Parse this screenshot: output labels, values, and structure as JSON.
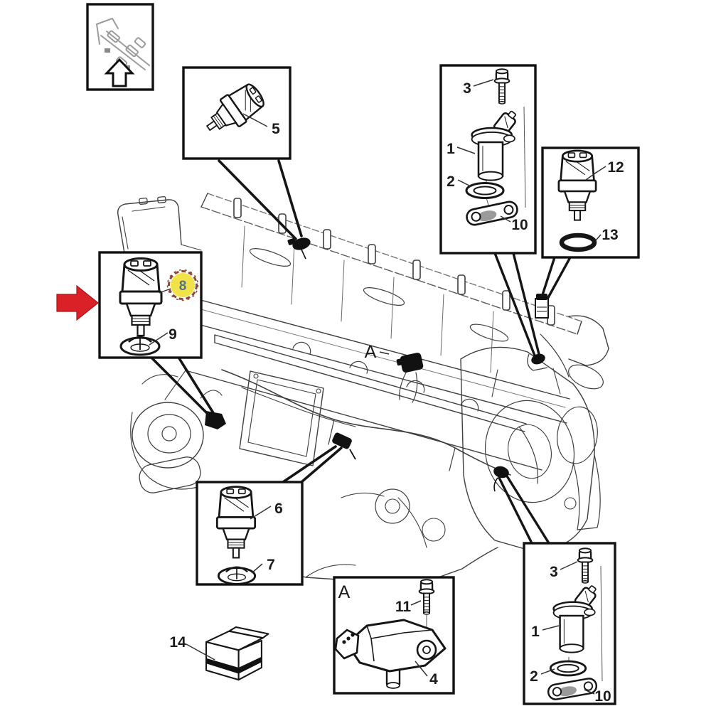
{
  "diagram": {
    "colors": {
      "highlight_yellow": "#f2e24a",
      "highlight_ring": "#8a4a38",
      "arrow_red": "#d92127",
      "ink": "#161616"
    },
    "engine_ref_label": "A",
    "callouts": {
      "temp_sensor": {
        "sensor_no": "5"
      },
      "cam_sensor_top": {
        "bolt_no": "3",
        "sensor_no": "1",
        "oring_no": "2",
        "bracket_no": "10"
      },
      "right_sensor": {
        "sensor_no": "12",
        "oring_no": "13"
      },
      "highlighted_sensor": {
        "sensor_no": "8",
        "seal_no": "9"
      },
      "lower_sensor": {
        "sensor_no": "6",
        "seal_no": "7"
      },
      "map_sensor": {
        "view_label": "A",
        "bolt_no": "11",
        "sensor_no": "4"
      },
      "cam_sensor_bottom": {
        "bolt_no": "3",
        "sensor_no": "1",
        "oring_no": "2",
        "bracket_no": "10"
      },
      "kit_box": {
        "part_no": "14"
      }
    }
  }
}
